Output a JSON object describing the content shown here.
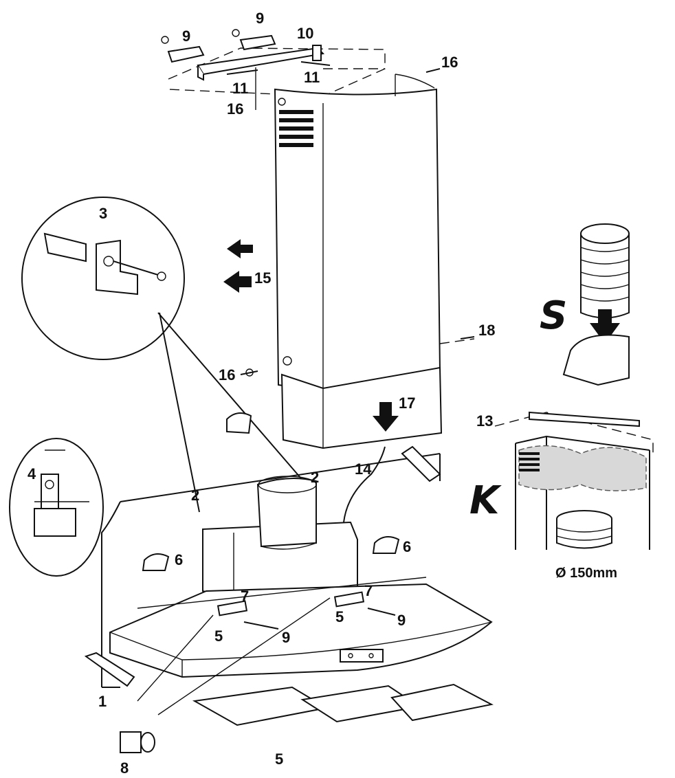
{
  "labels": {
    "l1": "1",
    "l2a": "2",
    "l2b": "2",
    "l3": "3",
    "l4": "4",
    "l5a": "5",
    "l5b": "5",
    "l5c": "5",
    "l6a": "6",
    "l6b": "6",
    "l7a": "7",
    "l7b": "7",
    "l8": "8",
    "l9a": "9",
    "l9b": "9",
    "l9c": "9",
    "l9d": "9",
    "l10": "10",
    "l11a": "11",
    "l11b": "11",
    "l13": "13",
    "l14": "14",
    "l15": "15",
    "l16a": "16",
    "l16b": "16",
    "l16c": "16",
    "l17": "17",
    "l18": "18"
  },
  "variants": {
    "s": "S",
    "k": "K"
  },
  "filter_diameter": "Ø 150mm"
}
